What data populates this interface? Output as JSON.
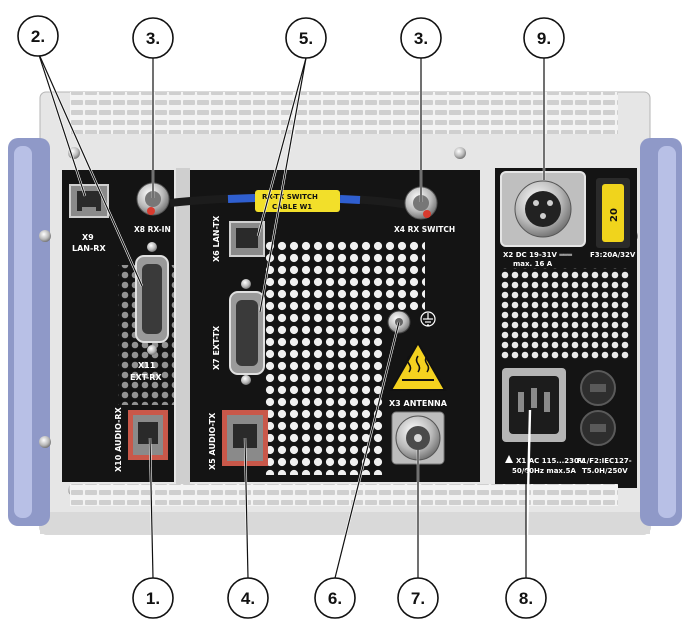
{
  "callouts": {
    "c2": "2.",
    "c3a": "3.",
    "c5": "5.",
    "c3b": "3.",
    "c9": "9.",
    "c1": "1.",
    "c4": "4.",
    "c6": "6.",
    "c7": "7.",
    "c8": "8."
  },
  "labels": {
    "x9_a": "X9",
    "x9_b": "LAN-RX",
    "x8": "X8 RX-IN",
    "x4": "X4 RX SWITCH",
    "cable_a": "RX-TX SWITCH",
    "cable_b": "CABLE W1",
    "x6": "X6 LAN-TX",
    "x11_a": "X11",
    "x11_b": "EXT-RX",
    "x7": "X7 EXT-TX",
    "x10": "X10 AUDIO-RX",
    "x5": "X5 AUDIO-TX",
    "x3": "X3 ANTENNA",
    "x2_a": "X2  DC 19-31V ═══",
    "x2_b": "max. 16 A",
    "fuse_top": "F3:20A/32V",
    "fuse_val": "20",
    "x1_a": "X1 AC 115...230V",
    "x1_b": "50/60Hz max.5A",
    "f12_a": "F1/F2:IEC127-",
    "f12_b": "T5.0H/250V"
  },
  "icons": {
    "ground": "ground-symbol-icon",
    "hot": "hot-surface-warning-icon",
    "power": "ac-power-inlet-icon"
  },
  "colors": {
    "panel_black": "#141414",
    "chassis": "#e6e6e6",
    "handle": "#8f99c8",
    "cable_tag": "#f2df2a",
    "warning": "#f4d21f",
    "rj45_frame": "#c9584a"
  }
}
